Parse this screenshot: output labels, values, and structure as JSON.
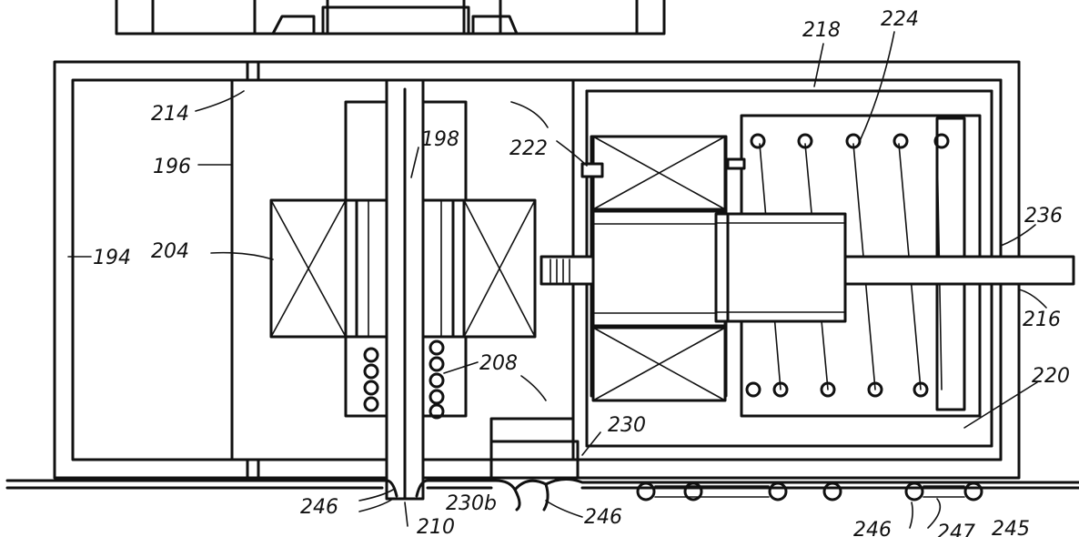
{
  "labels": {
    "l194": "194",
    "l196": "196",
    "l198": "198",
    "l204": "204",
    "l208": "208",
    "l210": "210",
    "l214": "214",
    "l216": "216",
    "l218": "218",
    "l220": "220",
    "l222": "222",
    "l224": "224",
    "l230": "230",
    "l230b": "230b",
    "l236": "236",
    "l245": "245",
    "l246a": "246",
    "l246b": "246",
    "l246c": "246",
    "l247": "247"
  }
}
